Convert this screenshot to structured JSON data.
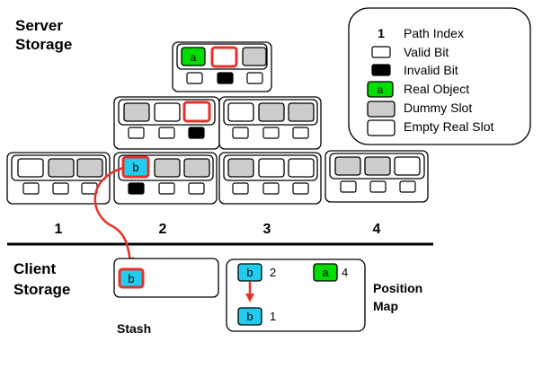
{
  "headings": {
    "server_line1": "Server",
    "server_line2": "Storage",
    "client_line1": "Client",
    "client_line2": "Storage",
    "stash": "Stash",
    "position_map_line1": "Position",
    "position_map_line2": "Map"
  },
  "path_labels": [
    "1",
    "2",
    "3",
    "4"
  ],
  "tree": {
    "root": {
      "slots": [
        "real:a",
        "empty-highlight",
        "dummy"
      ],
      "bits": [
        "valid",
        "invalid",
        "valid"
      ]
    },
    "level1": [
      {
        "slots": [
          "dummy",
          "empty",
          "empty-highlight"
        ],
        "bits": [
          "valid",
          "valid",
          "invalid"
        ]
      },
      {
        "slots": [
          "empty",
          "dummy",
          "dummy"
        ],
        "bits": [
          "valid",
          "valid",
          "valid"
        ]
      }
    ],
    "leaves": [
      {
        "slots": [
          "empty",
          "dummy",
          "dummy"
        ],
        "bits": [
          "valid",
          "valid",
          "valid"
        ]
      },
      {
        "slots": [
          "real-highlight:b",
          "dummy",
          "dummy"
        ],
        "bits": [
          "invalid",
          "valid",
          "valid"
        ]
      },
      {
        "slots": [
          "dummy",
          "empty",
          "empty"
        ],
        "bits": [
          "valid",
          "valid",
          "valid"
        ]
      },
      {
        "slots": [
          "dummy",
          "dummy",
          "empty"
        ],
        "bits": [
          "valid",
          "valid",
          "valid"
        ]
      }
    ]
  },
  "stash": {
    "object": "b"
  },
  "position_map": {
    "entries": [
      {
        "object": "b",
        "path": "2"
      },
      {
        "object": "a",
        "path": "4"
      },
      {
        "object": "b",
        "path": "1"
      }
    ]
  },
  "legend": {
    "items": [
      {
        "symbol": "1",
        "label": "Path Index"
      },
      {
        "symbol": "",
        "label": "Valid Bit"
      },
      {
        "symbol": "",
        "label": "Invalid Bit"
      },
      {
        "symbol": "a",
        "label": "Real Object"
      },
      {
        "symbol": "",
        "label": "Dummy Slot"
      },
      {
        "symbol": "",
        "label": "Empty Real Slot"
      }
    ]
  },
  "colors": {
    "real_object": "#00dd00",
    "stash_object": "#22ccee",
    "dummy": "#cccccc",
    "highlight": "#e8302a",
    "invalid_bit": "#000000"
  }
}
